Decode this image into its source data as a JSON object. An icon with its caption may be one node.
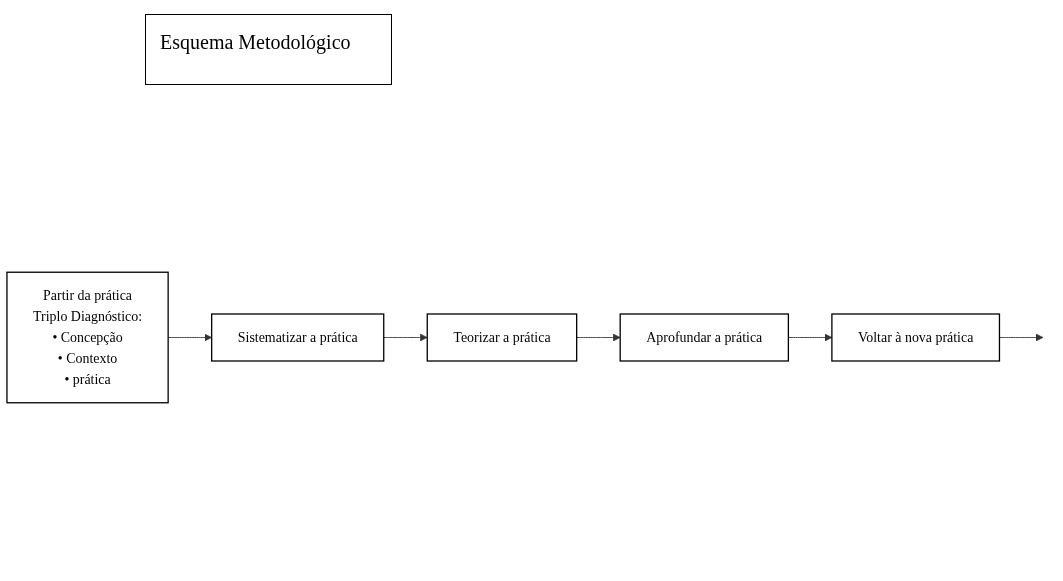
{
  "diagram": {
    "title": "Esquema Metodológico",
    "nodes": [
      {
        "text": [
          "Sistematizar a prática"
        ]
      },
      {
        "text": [
          "Voltar à nova prática"
        ]
      },
      {
        "text": [
          "Partir da prática",
          "Triplo Diagnóstico:",
          "• Concepção",
          "• Contexto",
          "• prática"
        ]
      },
      {
        "text": [
          "Teorizar a prática"
        ]
      },
      {
        "text": [
          "Aprofundar a prática"
        ]
      }
    ],
    "edges": [
      {
        "from": 2,
        "to": 0,
        "arrow": "to"
      },
      {
        "from": 0,
        "to": 3,
        "arrow": "to"
      },
      {
        "from": 3,
        "to": 4,
        "arrow": "to"
      },
      {
        "from": 4,
        "to": 1,
        "arrow": "to"
      },
      {
        "from": 1,
        "to": null,
        "arrow": "to"
      }
    ]
  }
}
